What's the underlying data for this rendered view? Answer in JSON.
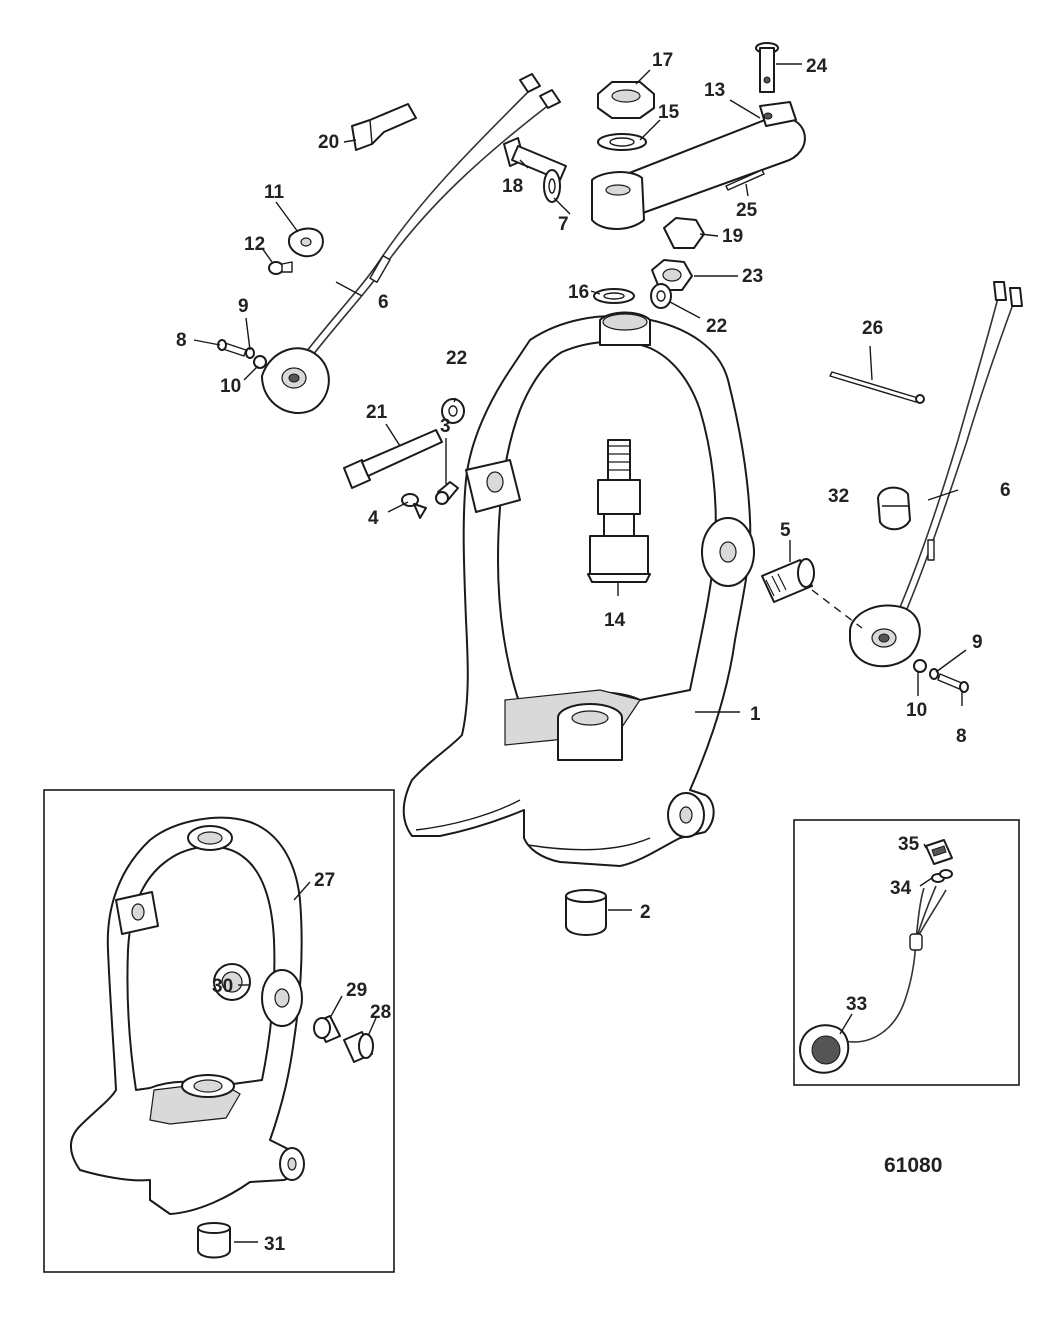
{
  "figure_number": "61080",
  "callouts": {
    "c1": "1",
    "c2": "2",
    "c3": "3",
    "c4": "4",
    "c5": "5",
    "c6": "6",
    "c7": "7",
    "c8": "8",
    "c9": "9",
    "c10": "10",
    "c11": "11",
    "c12": "12",
    "c13": "13",
    "c14": "14",
    "c15": "15",
    "c16": "16",
    "c17": "17",
    "c18": "18",
    "c19": "19",
    "c20": "20",
    "c21": "21",
    "c22": "22",
    "c23": "23",
    "c24": "24",
    "c25": "25",
    "c26": "26",
    "c27": "27",
    "c28": "28",
    "c29": "29",
    "c30": "30",
    "c31": "31",
    "c32": "32",
    "c33": "33",
    "c34": "34",
    "c35": "35"
  },
  "colors": {
    "line": "#1a1a1a",
    "shade": "#d9d9d9",
    "paper": "#ffffff"
  }
}
